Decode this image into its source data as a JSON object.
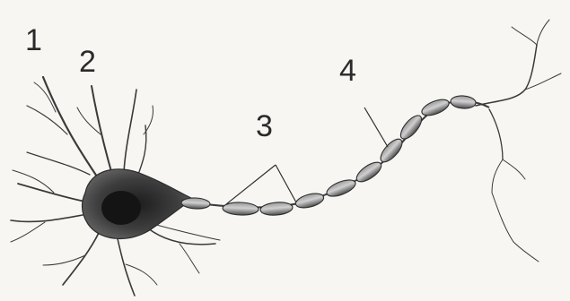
{
  "diagram": {
    "labels": [
      {
        "id": "1",
        "text": "1"
      },
      {
        "id": "2",
        "text": "2"
      },
      {
        "id": "3",
        "text": "3"
      },
      {
        "id": "4",
        "text": "4"
      }
    ]
  },
  "colors": {
    "ink": "#2a2a2a",
    "cell_fill": "#4a4a4a",
    "nucleus": "#151515",
    "sheath_fill": "#6e6e6e",
    "sheath_highlight": "#bdbdbd",
    "background": "#f7f6f3"
  }
}
